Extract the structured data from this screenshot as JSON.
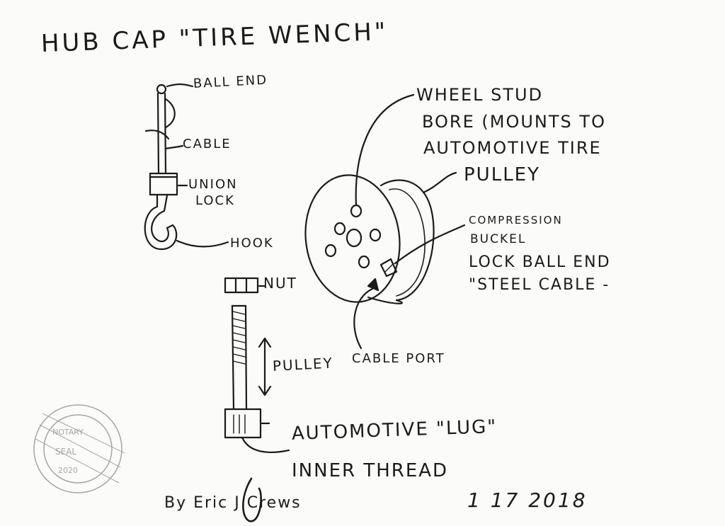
{
  "title": "HUB CAP  \"TIRE WENCH\"",
  "labels": {
    "ball_end": "BALL END",
    "cable": "CABLE",
    "union": "UNION",
    "lock": "LOCK",
    "hook": "HOOK",
    "nut": "NUT",
    "pulley_dim": "PULLEY",
    "lug_line1": "AUTOMOTIVE \"LUG\"",
    "lug_line2": "INNER THREAD",
    "stud_line1": "WHEEL STUD",
    "stud_line2": "BORE (MOUNTS TO",
    "stud_line3": "AUTOMOTIVE TIRE",
    "pulley": "PULLEY",
    "comp_line1": "COMPRESSION",
    "comp_line2": "BUCKEL",
    "comp_line3": "LOCK BALL END",
    "comp_line4": "\"STEEL CABLE -",
    "cable_port": "CABLE PORT"
  },
  "footer": {
    "by": "By Eric J Crews",
    "date": "1 17 2018"
  },
  "colors": {
    "ink": "#1a1a1a",
    "paper": "#fbfbf9",
    "stamp": "#8a8a8a"
  }
}
